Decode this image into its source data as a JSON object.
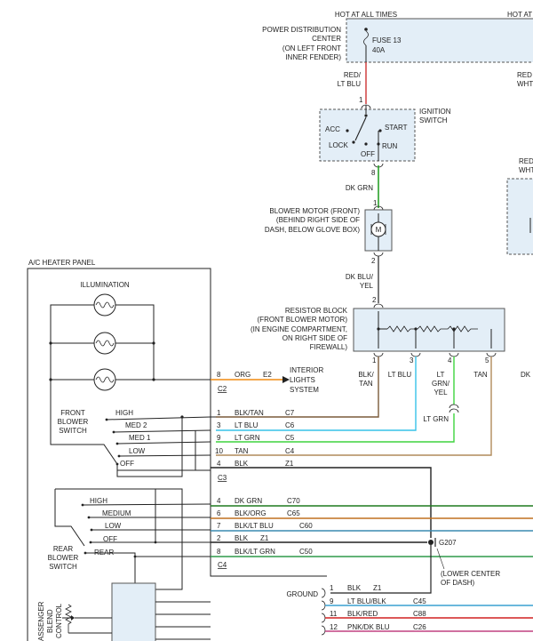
{
  "header": {
    "hot_at_all_times_1": "HOT AT ALL TIMES",
    "hot_at_all_times_2": "HOT AT"
  },
  "pdc": {
    "title_1": "POWER DISTRIBUTION",
    "title_2": "CENTER",
    "title_3": "(ON LEFT FRONT",
    "title_4": "INNER FENDER)",
    "fuse": "FUSE 13",
    "amps": "40A"
  },
  "wires": {
    "red_lt_blu_1": "RED/",
    "red_lt_blu_2": "LT BLU",
    "red_wht_1": "RED",
    "red_wht_2": "WHT",
    "red_wht_b1": "RED",
    "red_wht_b2": "WHT",
    "dk_grn": "DK GRN",
    "dk_blu_yel_1": "DK BLU/",
    "dk_blu_yel_2": "YEL",
    "blk_tan_1": "BLK/",
    "blk_tan_2": "TAN",
    "lt_blu": "LT BLU",
    "lt_grn_yel_1": "LT",
    "lt_grn_yel_2": "GRN/",
    "lt_grn_yel_3": "YEL",
    "tan": "TAN",
    "dk_edge": "DK",
    "lt_grn_low": "LT GRN"
  },
  "ignition": {
    "pin": "1",
    "label_1": "IGNITION",
    "label_2": "SWITCH",
    "acc": "ACC",
    "start": "START",
    "lock": "LOCK",
    "off": "OFF",
    "run": "RUN",
    "pin_out": "8"
  },
  "blower": {
    "label_1": "BLOWER MOTOR (FRONT)",
    "label_2": "(BEHIND RIGHT SIDE OF",
    "label_3": "DASH, BELOW GLOVE BOX)",
    "pin_top": "1",
    "pin_bot": "2",
    "symbol": "M"
  },
  "resistor": {
    "label_1": "RESISTOR BLOCK",
    "label_2": "(FRONT BLOWER MOTOR)",
    "label_3": "(IN ENGINE COMPARTMENT,",
    "label_4": "ON RIGHT SIDE OF",
    "label_5": "FIREWALL)",
    "pin_top": "2",
    "pins": [
      "1",
      "3",
      "4",
      "5"
    ]
  },
  "panel": {
    "title": "A/C HEATER PANEL",
    "illumination": "ILLUMINATION",
    "front_blower_1": "FRONT",
    "front_blower_2": "BLOWER",
    "front_blower_3": "SWITCH",
    "front_positions": [
      "HIGH",
      "MED 2",
      "MED 1",
      "LOW",
      "OFF"
    ],
    "rear_positions": [
      "HIGH",
      "MEDIUM",
      "LOW",
      "OFF",
      "REAR"
    ],
    "rear_blower_1": "REAR",
    "rear_blower_2": "BLOWER",
    "rear_blower_3": "SWITCH",
    "ground": "GROUND",
    "passenger_blend_1": "ASSENGER",
    "passenger_blend_2": "BLEND",
    "passenger_blend_3": "CONTROL"
  },
  "interior": {
    "label_1": "INTERIOR",
    "label_2": "LIGHTS",
    "label_3": "SYSTEM",
    "pin": "8",
    "wire": "ORG",
    "circuit": "E2",
    "connector": "C2"
  },
  "c3_rows": [
    {
      "pin": "1",
      "wire": "BLK/TAN",
      "circuit": "C7",
      "color": "#7a5a3a"
    },
    {
      "pin": "3",
      "wire": "LT BLU",
      "circuit": "C6",
      "color": "#36c2e8"
    },
    {
      "pin": "9",
      "wire": "LT GRN",
      "circuit": "C5",
      "color": "#3fd43f"
    },
    {
      "pin": "10",
      "wire": "TAN",
      "circuit": "C4",
      "color": "#b08a5a"
    },
    {
      "pin": "4",
      "wire": "BLK",
      "circuit": "Z1",
      "color": "#222222"
    }
  ],
  "c3_label": "C3",
  "c4_rows": [
    {
      "pin": "4",
      "wire": "DK GRN",
      "circuit": "C70",
      "color": "#1f7a1f"
    },
    {
      "pin": "6",
      "wire": "BLK/ORG",
      "circuit": "C65",
      "color": "#c07020"
    },
    {
      "pin": "7",
      "wire": "BLK/LT BLU",
      "circuit": "C60",
      "color": "#3a8ab0"
    },
    {
      "pin": "2",
      "wire": "BLK",
      "circuit": "Z1",
      "color": "#222222"
    },
    {
      "pin": "8",
      "wire": "BLK/LT GRN",
      "circuit": "C50",
      "color": "#2e9a4a"
    }
  ],
  "c4_label": "C4",
  "g207": "G207",
  "g207_loc_1": "(LOWER CENTER",
  "g207_loc_2": "OF DASH)",
  "bottom_rows": [
    {
      "pin": "1",
      "wire": "BLK",
      "circuit": "Z1",
      "color": "#222222"
    },
    {
      "pin": "9",
      "wire": "LT BLU/BLK",
      "circuit": "C45",
      "color": "#3aa0d0"
    },
    {
      "pin": "11",
      "wire": "BLK/RED",
      "circuit": "C88",
      "color": "#d02020"
    },
    {
      "pin": "12",
      "wire": "PNK/DK BLU",
      "circuit": "C26",
      "color": "#c04080"
    }
  ]
}
